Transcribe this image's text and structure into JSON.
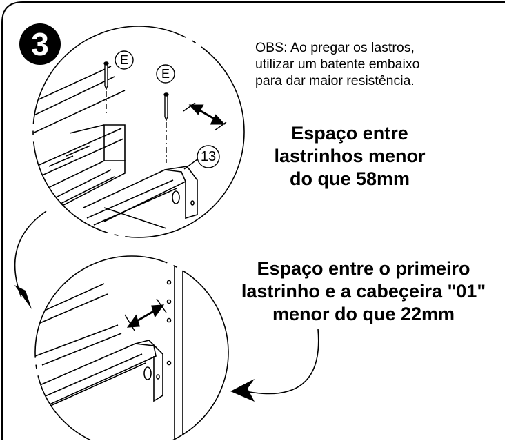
{
  "step": {
    "number": "3"
  },
  "note": {
    "line1": "OBS: Ao pregar os lastros,",
    "line2": "utilizar um batente embaixo",
    "line3": "para dar maior resistência."
  },
  "caption_top": {
    "line1": "Espaço entre",
    "line2": "lastrinhos menor",
    "line3": "do que 58mm"
  },
  "caption_bottom": {
    "line1": "Espaço entre o primeiro",
    "line2": "lastrinho e a cabeçeira \"01\"",
    "line3": "menor do que 22mm"
  },
  "callouts": {
    "nail_1": "E",
    "nail_2": "E",
    "part": "13"
  }
}
